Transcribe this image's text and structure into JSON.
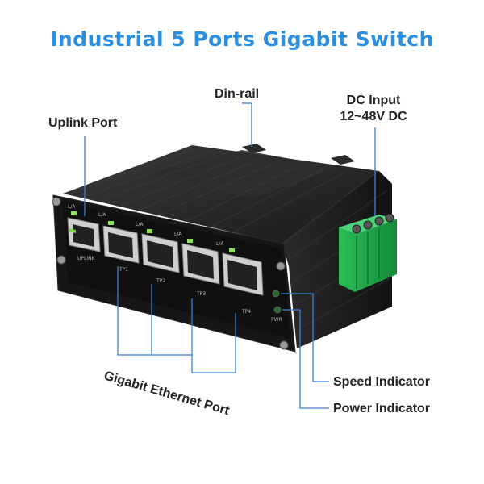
{
  "title": "Industrial 5 Ports Gigabit Switch",
  "labels": {
    "din_rail": "Din-rail",
    "dc_input_line1": "DC Input",
    "dc_input_line2": "12~48V DC",
    "uplink_port": "Uplink Port",
    "gigabit_port": "Gigabit Ethernet Port",
    "speed_indicator": "Speed Indicator",
    "power_indicator": "Power Indicator"
  },
  "device": {
    "port_tags": [
      "UPLINK",
      "TP1",
      "TP2",
      "TP3",
      "TP4"
    ],
    "led_tags": [
      "L/A",
      "L/A",
      "L/A",
      "L/A",
      "L/A"
    ],
    "pwr_tag": "PWR",
    "body_color": "#1b1b1b",
    "terminal_color": "#1faa4a",
    "callout_color": "#3a7fd0"
  }
}
